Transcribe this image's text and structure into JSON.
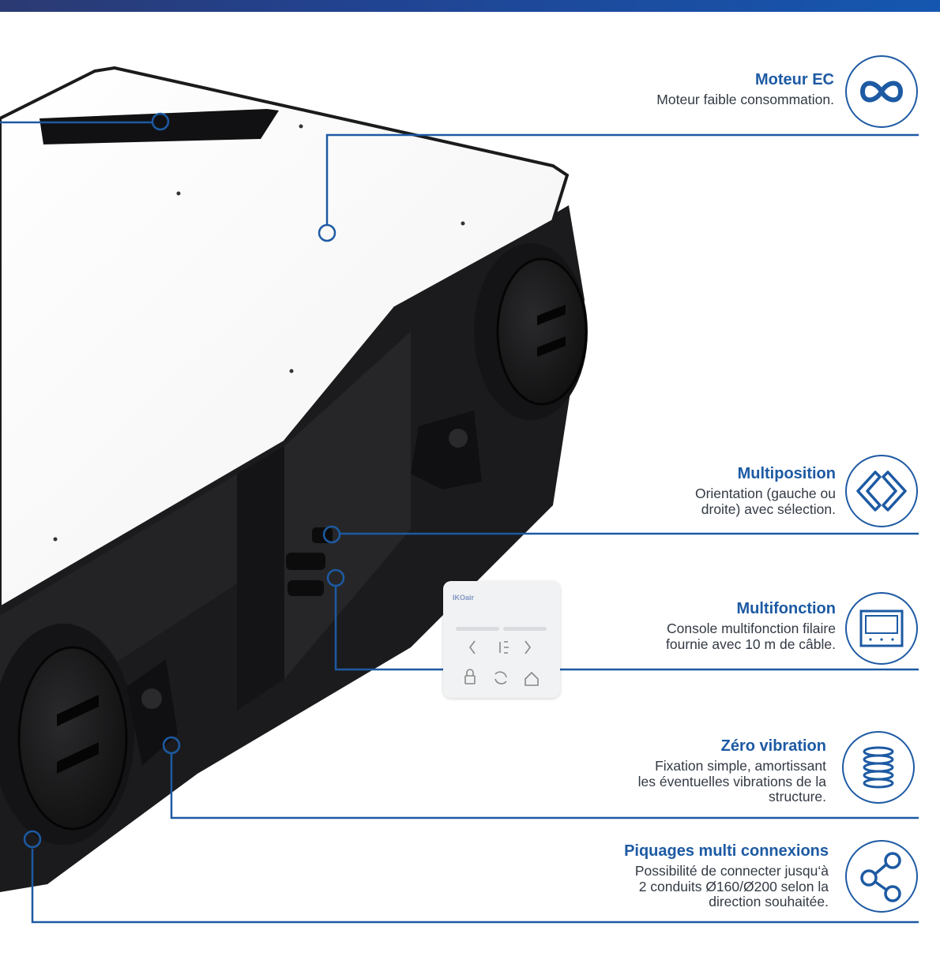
{
  "colors": {
    "accent": "#1d5aa3",
    "text": "#333a44",
    "device_body": "#1c1c1e",
    "device_top": "#fbfbfb"
  },
  "features": [
    {
      "id": "moteur-ec",
      "title": "Moteur EC",
      "lines": [
        "Moteur faible consommation."
      ],
      "icon": "infinity-icon"
    },
    {
      "id": "multiposition",
      "title": "Multiposition",
      "lines": [
        "Orientation (gauche ou",
        "droite) avec sélection."
      ],
      "icon": "chevrons-left-right-icon"
    },
    {
      "id": "multifonction",
      "title": "Multifonction",
      "lines": [
        "Console multifonction filaire",
        "fournie avec 10 m de câble."
      ],
      "icon": "console-screen-icon"
    },
    {
      "id": "zero-vibration",
      "title": "Zéro vibration",
      "lines": [
        "Fixation simple, amortissant",
        "les éventuelles vibrations de la",
        "structure."
      ],
      "icon": "spring-coil-icon"
    },
    {
      "id": "piquages",
      "title": "Piquages multi connexions",
      "lines": [
        "Possibilité de connecter jusqu‘à",
        "2 conduits Ø160/Ø200 selon la",
        "direction souhaitée."
      ],
      "icon": "share-nodes-icon"
    }
  ],
  "console": {
    "brand": "IKOair",
    "buttons": [
      "chevron-left-icon",
      "fan-speed-icon",
      "chevron-right-icon",
      "lock-icon",
      "recycle-icon",
      "home-icon"
    ]
  }
}
